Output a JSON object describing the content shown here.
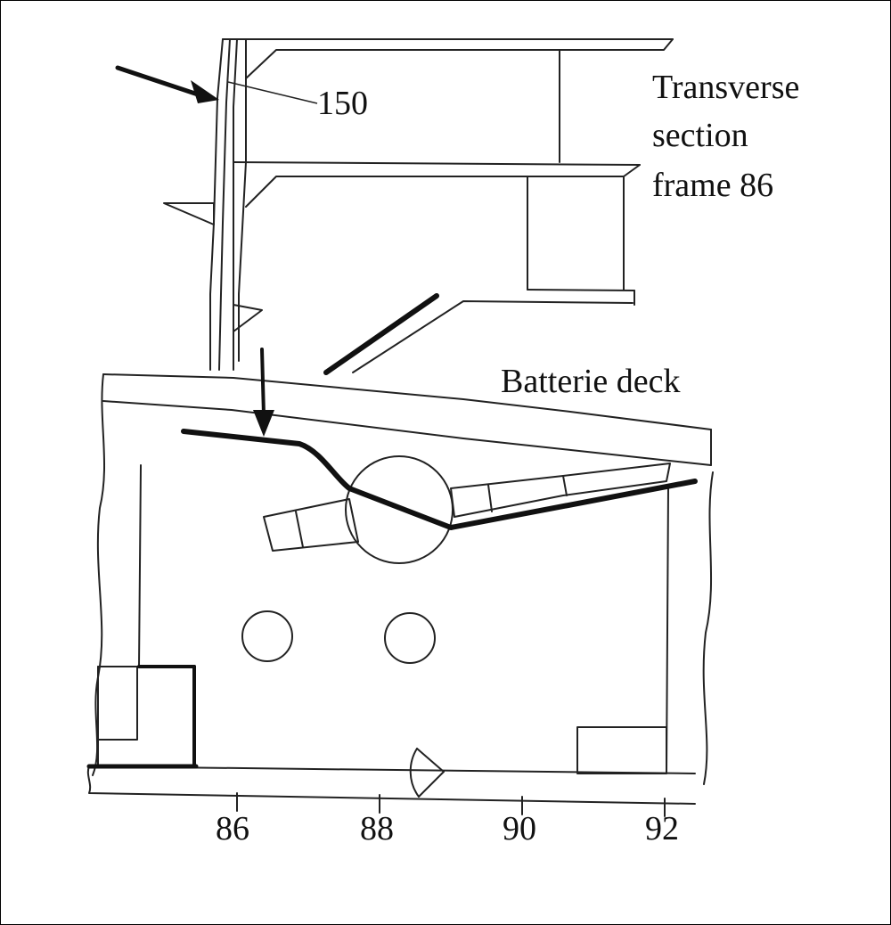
{
  "labels": {
    "callout": "150",
    "section_line1": "Transverse",
    "section_line2": "section",
    "section_line3": "frame 86",
    "deck": "Batterie deck"
  },
  "frame_ticks": [
    "86",
    "88",
    "90",
    "92"
  ],
  "colors": {
    "ink": "#111111",
    "paper": "#ffffff"
  }
}
